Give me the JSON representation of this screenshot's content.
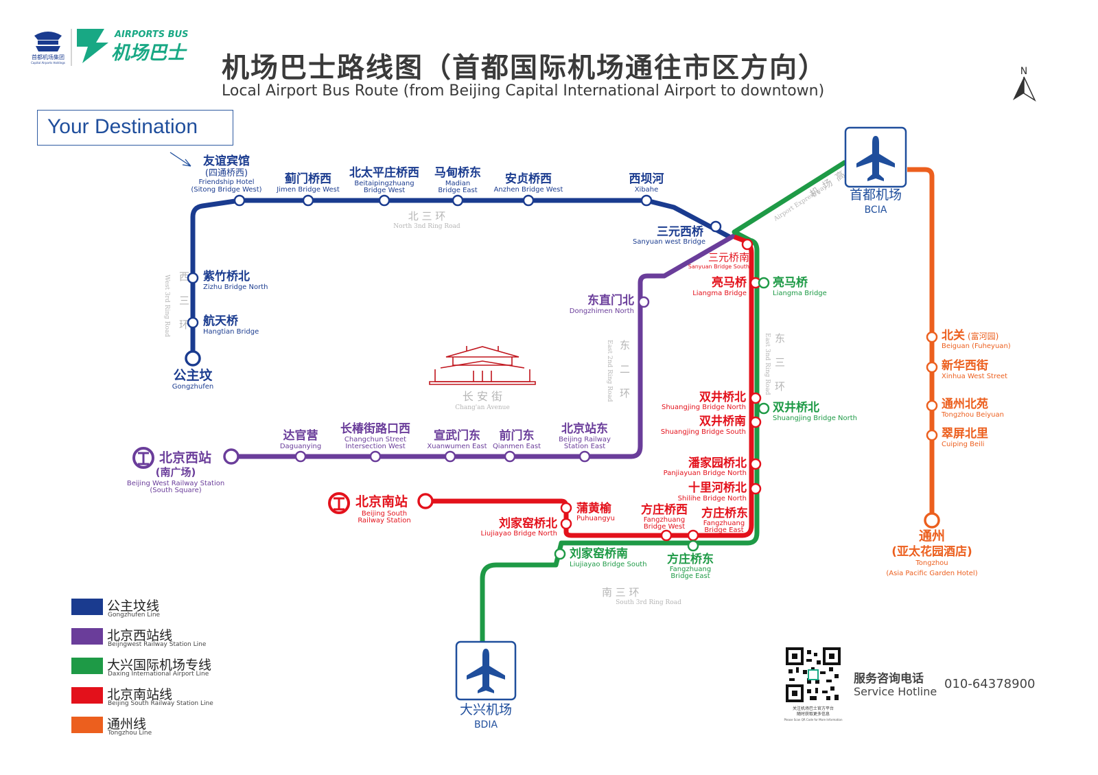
{
  "header": {
    "brand_en": "AIRPORTS BUS",
    "brand_cn": "机场巴士",
    "group_cn": "首都机场集团",
    "group_en": "Capital Airports Holdings",
    "title_cn": "机场巴士路线图（首都国际机场通往市区方向）",
    "title_en": "Local Airport Bus Route (from Beijing Capital International Airport to downtown)",
    "north_label": "N"
  },
  "destination_label": "Your Destination",
  "colors": {
    "gongzhufen": "#1a3b8f",
    "beijingwest": "#6a3d9a",
    "daxing": "#1e9a46",
    "beijingsouth": "#e3111b",
    "tongzhou": "#ec5f1e",
    "road_text": "#b5b5b5"
  },
  "stations": {
    "friendship": {
      "cn": "友谊宾馆",
      "cn2": "(四通桥西)",
      "en": "Friendship Hotel",
      "en2": "(Sitong Bridge West)"
    },
    "jimen": {
      "cn": "蓟门桥西",
      "en": "Jimen Bridge West"
    },
    "beitaiping": {
      "cn": "北太平庄桥西",
      "en": "Beitaipingzhuang",
      "en2": "Bridge West"
    },
    "madian": {
      "cn": "马甸桥东",
      "en": "Madian",
      "en2": "Bridge East"
    },
    "anzhen": {
      "cn": "安贞桥西",
      "en": "Anzhen Bridge West"
    },
    "xibahe": {
      "cn": "西坝河",
      "en": "Xibahe"
    },
    "sanyuanwest": {
      "cn": "三元西桥",
      "en": "Sanyuan west Bridge"
    },
    "zizhu": {
      "cn": "紫竹桥北",
      "en": "Zizhu Bridge North"
    },
    "hangtian": {
      "cn": "航天桥",
      "en": "Hangtian Bridge"
    },
    "gongzhufen": {
      "cn": "公主坟",
      "en": "Gongzhufen"
    },
    "bcia": {
      "cn": "首都机场",
      "en": "BCIA"
    },
    "sanyuansouth": {
      "cn": "三元桥南",
      "en": "Sanyuan Bridge South"
    },
    "liangma_r": {
      "cn": "亮马桥",
      "en": "Liangma Bridge"
    },
    "liangma_g": {
      "cn": "亮马桥",
      "en": "Liangma Bridge"
    },
    "dongzhimen": {
      "cn": "东直门北",
      "en": "Dongzhimen North"
    },
    "shuangjingbei_r": {
      "cn": "双井桥北",
      "en": "Shuangjing Bridge North"
    },
    "shuangjingbei_g": {
      "cn": "双井桥北",
      "en": "Shuangjing Bridge North"
    },
    "shuangjingnan": {
      "cn": "双井桥南",
      "en": "Shuangjing Bridge South"
    },
    "panjiayuan": {
      "cn": "潘家园桥北",
      "en": "Panjiayuan Bridge North"
    },
    "shilihe": {
      "cn": "十里河桥北",
      "en": "Shilihe Bridge North"
    },
    "fangzhuangdong_r": {
      "cn": "方庄桥东",
      "en": "Fangzhuang",
      "en2": "Bridge East"
    },
    "fangzhuangdong_g": {
      "cn": "方庄桥东",
      "en": "Fangzhuang",
      "en2": "Bridge East"
    },
    "fangzhuangxi": {
      "cn": "方庄桥西",
      "en": "Fangzhuang",
      "en2": "Bridge West"
    },
    "puhuangyu": {
      "cn": "蒲黄榆",
      "en": "Puhuangyu"
    },
    "liujiayaobei": {
      "cn": "刘家窑桥北",
      "en": "Liujiayao Bridge North"
    },
    "liujiayaonan": {
      "cn": "刘家窑桥南",
      "en": "Liujiayao Bridge South"
    },
    "bjsouth": {
      "cn": "北京南站",
      "en": "Beijing South",
      "en2": "Railway Station"
    },
    "bjwest": {
      "cn": "北京西站",
      "cn2": "(南广场)",
      "en": "Beijing West Railway Station",
      "en2": "(South Square)"
    },
    "daguanying": {
      "cn": "达官营",
      "en": "Daguanying"
    },
    "changchun": {
      "cn": "长椿街路口西",
      "en": "Changchun Street",
      "en2": "Intersection West"
    },
    "xuanwumen": {
      "cn": "宣武门东",
      "en": "Xuanwumen East"
    },
    "qianmen": {
      "cn": "前门东",
      "en": "Qianmen East"
    },
    "bjstation": {
      "cn": "北京站东",
      "en": "Beijing Railway",
      "en2": "Station East"
    },
    "bdia": {
      "cn": "大兴机场",
      "en": "BDIA"
    },
    "beiguan": {
      "cn": "北关",
      "cn_small": "(富河园)",
      "en": "Beiguan (Fuheyuan)"
    },
    "xinhua": {
      "cn": "新华西街",
      "en": "Xinhua West Street"
    },
    "tongzhoubeiyuan": {
      "cn": "通州北苑",
      "en": "Tongzhou Beiyuan"
    },
    "cuiping": {
      "cn": "翠屏北里",
      "en": "Cuiping Beili"
    },
    "tongzhou": {
      "cn": "通州",
      "cn2": "(亚太花园酒店)",
      "en": "Tongzhou",
      "en2": "(Asia Pacific Garden Hotel)"
    }
  },
  "roads": {
    "north3": {
      "cn": "北  三  环",
      "en": "North 3nd Ring Road"
    },
    "west3": {
      "cn": "西三环",
      "en": "West 3rd Ring Road"
    },
    "east2": {
      "cn": "东二环",
      "en": "East 2nd Ring Road"
    },
    "east3": {
      "cn": "东三环",
      "en": "East 3nd Ring Road"
    },
    "south3": {
      "cn": "南  三  环",
      "en": "South 3rd Ring Road"
    },
    "airport_exp": {
      "cn": "机场高速",
      "en": "Airport Expressway"
    },
    "changan": {
      "cn": "长  安  街",
      "en": "Chang'an Avenue"
    }
  },
  "legend": [
    {
      "cn": "公主坟线",
      "en": "Gongzhufen Line",
      "color": "#1a3b8f"
    },
    {
      "cn": "北京西站线",
      "en": "Beijngwest Railway Station Line",
      "color": "#6a3d9a"
    },
    {
      "cn": "大兴国际机场专线",
      "en": "Daxing International Airport Line",
      "color": "#1e9a46"
    },
    {
      "cn": "北京南站线",
      "en": "Beijing South Railway Station Line",
      "color": "#e3111b"
    },
    {
      "cn": "通州线",
      "en": "Tongzhou Line",
      "color": "#ec5f1e"
    }
  ],
  "footer": {
    "hotline_cn": "服务咨询电话",
    "hotline_en": "Service Hotline",
    "phone": "010-64378900",
    "qr_caption1": "关注机场巴士官方平台",
    "qr_caption2": "随时获取更多信息",
    "qr_caption3": "Please Scan QR Code for More Information"
  }
}
